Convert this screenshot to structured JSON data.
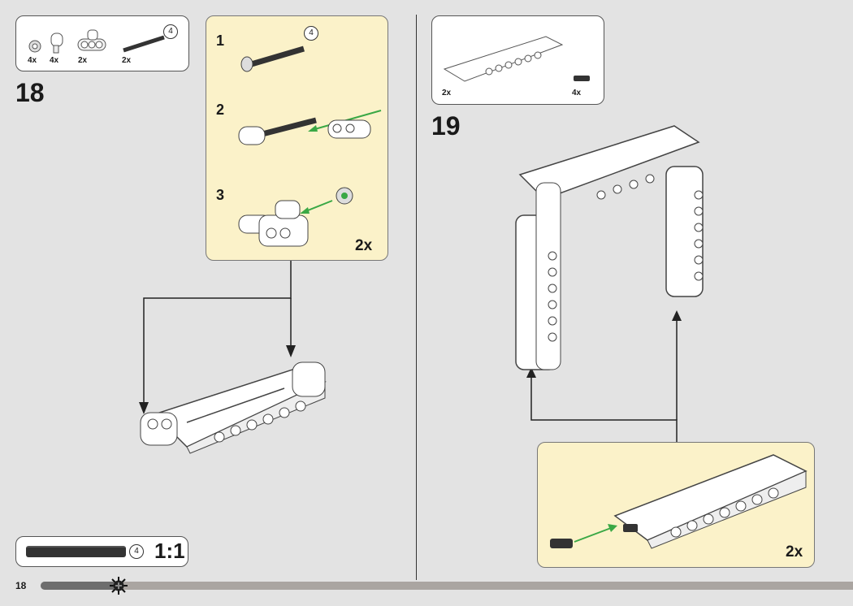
{
  "page_number": "18",
  "progress_percent": 9,
  "step18": {
    "number": "18",
    "parts": [
      {
        "qty": "4x"
      },
      {
        "qty": "4x"
      },
      {
        "qty": "2x"
      },
      {
        "qty": "2x",
        "length": "4"
      }
    ],
    "substeps": [
      "1",
      "2",
      "3"
    ],
    "substep_length": "4",
    "multiplier": "2x"
  },
  "step19": {
    "number": "19",
    "parts": [
      {
        "qty": "2x"
      },
      {
        "qty": "4x"
      }
    ],
    "multiplier": "2x"
  },
  "scale_box": {
    "length": "4",
    "scale": "1:1"
  },
  "colors": {
    "background": "#e3e3e3",
    "callout": "#fbf2c9",
    "arrow": "#3aa845"
  }
}
